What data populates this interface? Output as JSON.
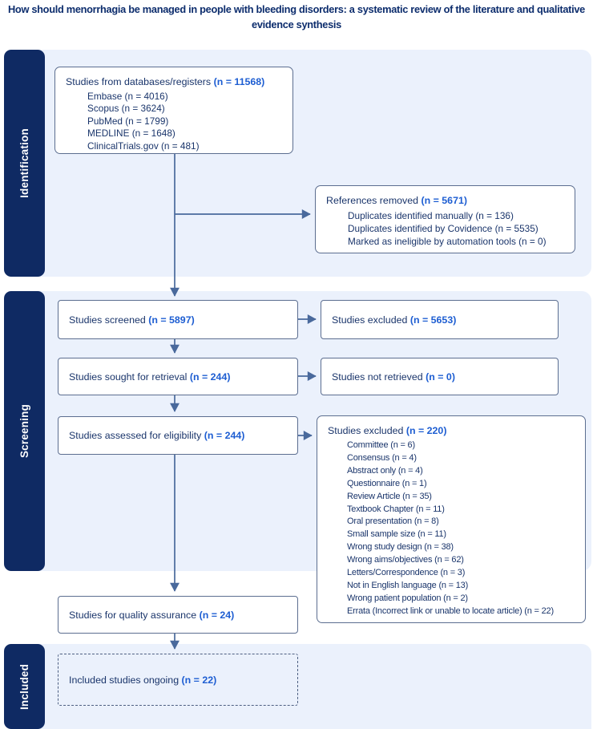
{
  "title": "How should menorrhagia be managed in people with bleeding disorders: a systematic review of the literature and qualitative evidence synthesis",
  "colors": {
    "sidebar_navy": "#0f2a63",
    "panel_blue": "#ebf1fc",
    "count_blue": "#1e5ed2",
    "text_navy": "#1a356b",
    "box_border": "#5c6e90",
    "arrow": "#49699c",
    "title_navy": "#0d2d6d"
  },
  "sections": {
    "identification": "Identification",
    "screening": "Screening",
    "included": "Included"
  },
  "boxes": {
    "databases": {
      "label": "Studies from databases/registers",
      "count": "(n = 11568)",
      "items": [
        "Embase (n = 4016)",
        "Scopus (n = 3624)",
        "PubMed (n = 1799)",
        "MEDLINE (n = 1648)",
        "ClinicalTrials.gov (n = 481)"
      ]
    },
    "references_removed": {
      "label": "References removed",
      "count": "(n = 5671)",
      "items": [
        "Duplicates identified manually (n = 136)",
        "Duplicates identified by Covidence (n = 5535)",
        "Marked as ineligible by automation tools (n = 0)"
      ]
    },
    "screened": {
      "label": "Studies screened",
      "count": "(n = 5897)"
    },
    "excluded_screening": {
      "label": "Studies excluded",
      "count": "(n = 5653)"
    },
    "sought": {
      "label": "Studies sought for retrieval",
      "count": "(n = 244)"
    },
    "not_retrieved": {
      "label": "Studies not retrieved",
      "count": "(n = 0)"
    },
    "eligibility": {
      "label": "Studies assessed for eligibility",
      "count": "(n = 244)"
    },
    "excluded_eligibility": {
      "label": "Studies excluded",
      "count": "(n = 220)",
      "items": [
        "Committee (n = 6)",
        "Consensus (n = 4)",
        "Abstract only (n = 4)",
        "Questionnaire (n = 1)",
        "Review Article (n = 35)",
        "Textbook Chapter (n = 11)",
        "Oral presentation (n = 8)",
        "Small sample size (n = 11)",
        "Wrong study design (n = 38)",
        "Wrong aims/objectives (n = 62)",
        "Letters/Correspondence (n = 3)",
        "Not in English language (n = 13)",
        "Wrong patient population (n = 2)",
        "Errata (Incorrect link or unable to locate article) (n = 22)"
      ]
    },
    "quality_assurance": {
      "label": "Studies for quality assurance",
      "count": "(n = 24)"
    },
    "included_ongoing": {
      "label": "Included studies ongoing",
      "count": "(n = 22)"
    }
  }
}
